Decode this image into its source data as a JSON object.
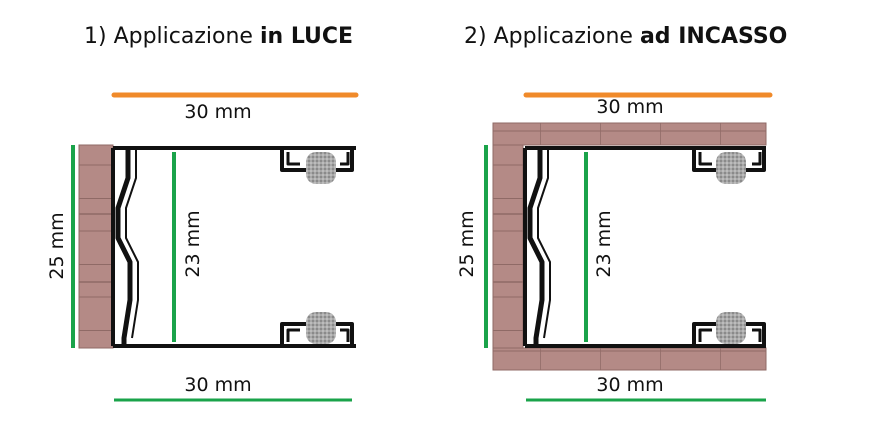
{
  "panels": [
    {
      "title_prefix": "1) Applicazione ",
      "title_bold": "in LUCE",
      "top_dimension": "30 mm",
      "bottom_dimension": "30 mm",
      "outer_height_dimension": "25 mm",
      "inner_height_dimension": "23 mm"
    },
    {
      "title_prefix": "2) Applicazione ",
      "title_bold": "ad INCASSO",
      "top_dimension": "30 mm",
      "bottom_dimension": "30 mm",
      "outer_height_dimension": "25 mm",
      "inner_height_dimension": "23 mm"
    }
  ],
  "colors": {
    "orange_line": "#f08a2a",
    "green_line": "#1aa34a",
    "brick": "#b48a86",
    "brick_mortar": "#9c7470",
    "profile": "#111111",
    "brush": "#9a9a9a"
  }
}
